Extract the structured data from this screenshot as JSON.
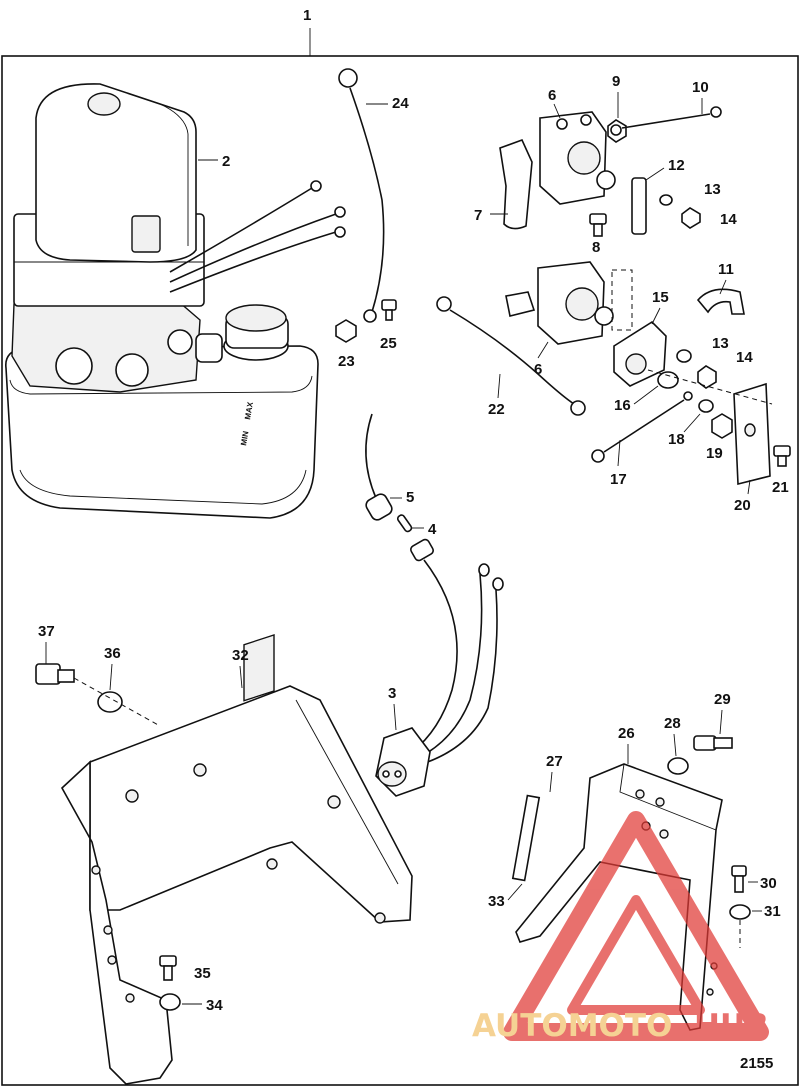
{
  "diagram": {
    "assembly_callout": "1",
    "figure_number": "2155",
    "reservoir_marks": {
      "max": "MAX",
      "min": "MIN"
    },
    "callouts": {
      "c2": "2",
      "c3": "3",
      "c4": "4",
      "c5": "5",
      "c6a": "6",
      "c6b": "6",
      "c7": "7",
      "c8": "8",
      "c9": "9",
      "c10": "10",
      "c11": "11",
      "c12": "12",
      "c13a": "13",
      "c13b": "13",
      "c14a": "14",
      "c14b": "14",
      "c15": "15",
      "c16": "16",
      "c17": "17",
      "c18": "18",
      "c19": "19",
      "c20": "20",
      "c21": "21",
      "c22": "22",
      "c23": "23",
      "c24": "24",
      "c25": "25",
      "c26": "26",
      "c27": "27",
      "c28": "28",
      "c29": "29",
      "c30": "30",
      "c31": "31",
      "c32": "32",
      "c33": "33",
      "c34": "34",
      "c35": "35",
      "c36": "36",
      "c37": "37"
    }
  },
  "watermark": {
    "text_a": "AUTOMOTO",
    "text_b": "HUB",
    "colors": {
      "gold": "#f2c26b",
      "red": "#e03a36"
    }
  }
}
